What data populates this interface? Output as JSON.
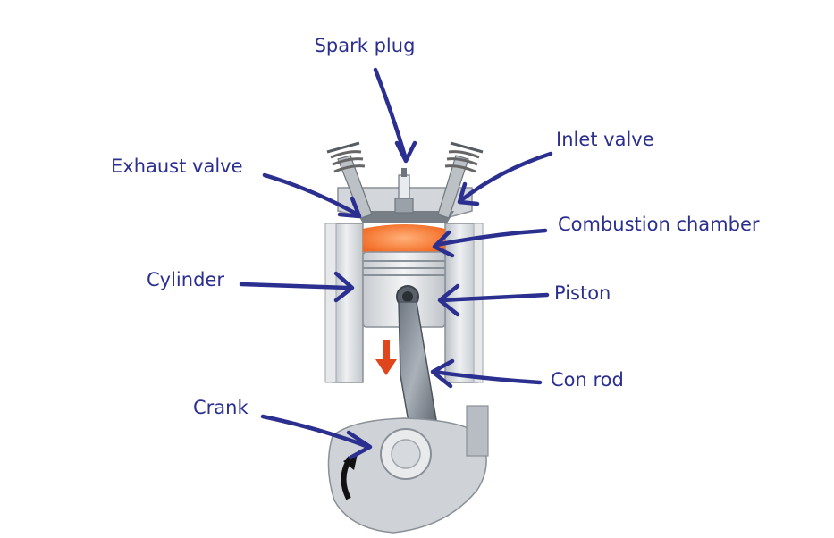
{
  "labels": {
    "spark_plug": "Spark plug",
    "inlet_valve": "Inlet valve",
    "exhaust_valve": "Exhaust valve",
    "combustion_chamber": "Combustion chamber",
    "cylinder": "Cylinder",
    "piston": "Piston",
    "con_rod": "Con rod",
    "crank": "Crank"
  },
  "colors": {
    "label_ink": "#2b2f8f",
    "combustion": "#f26a21",
    "down_arrow": "#e0461c",
    "metal": "#d6d9dd",
    "cylinder_wall": "#c9cdd2"
  }
}
